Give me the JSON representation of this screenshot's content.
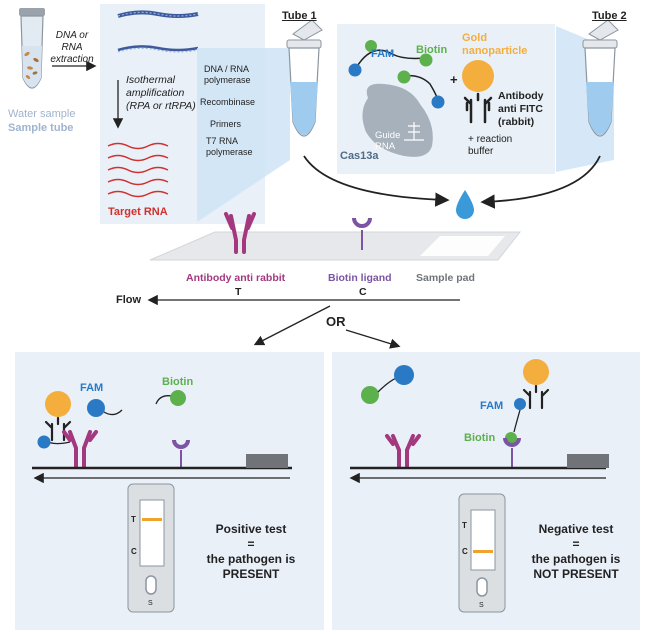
{
  "sample": {
    "extraction": "DNA or RNA extraction",
    "water_sample": "Water sample",
    "sample_tube": "Sample tube"
  },
  "amplification": {
    "label": "Isothermal amplification (RPA or rtRPA)",
    "target": "Target RNA",
    "reagents": [
      "DNA / RNA polymerase",
      "Recombinase",
      "Primers",
      "T7 RNA polymerase"
    ]
  },
  "tube1": {
    "title": "Tube 1"
  },
  "tube2": {
    "title": "Tube 2",
    "fam": "FAM",
    "biotin": "Biotin",
    "gold": "Gold nanoparticle",
    "plus": "+",
    "antibody": "Antibody anti FITC (rabbit)",
    "guide_rna": "Guide RNA",
    "cas": "Cas13a",
    "buffer": "+ reaction buffer"
  },
  "strip": {
    "antibody_label": "Antibody anti rabbit",
    "biotin_label": "Biotin ligand",
    "sample_pad": "Sample pad",
    "t": "T",
    "c": "C",
    "flow": "Flow",
    "or": "OR"
  },
  "positive": {
    "fam": "FAM",
    "biotin": "Biotin",
    "t": "T",
    "c": "C",
    "s": "S",
    "result_title": "Positive test",
    "equals": "=",
    "result_l2": "the pathogen is",
    "result_l3": "PRESENT"
  },
  "negative": {
    "fam": "FAM",
    "biotin": "Biotin",
    "t": "T",
    "c": "C",
    "s": "S",
    "result_title": "Negative test",
    "equals": "=",
    "result_l2": "the pathogen is",
    "result_l3": "NOT PRESENT"
  },
  "colors": {
    "panel": "#e9f0f8",
    "antibody": "#a4387f",
    "biotin_ligand": "#7b54a3",
    "fam": "#2a79c5",
    "biotin": "#5db14d",
    "gold": "#f4ae3d",
    "target_rna": "#d0312d",
    "line": "#f0a22e"
  }
}
